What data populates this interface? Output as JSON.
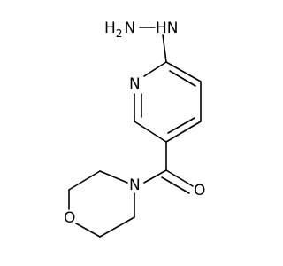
{
  "molecule": {
    "atoms": {
      "nh_label": "HN",
      "h2_label": "H",
      "h2_subscript": "2",
      "pyridine_n": "N",
      "morpholine_n": "N",
      "morpholine_o": "O",
      "carbonyl_o": "O"
    }
  },
  "colors": {
    "bond": "#000000",
    "text": "#000000",
    "background": "#ffffff"
  }
}
